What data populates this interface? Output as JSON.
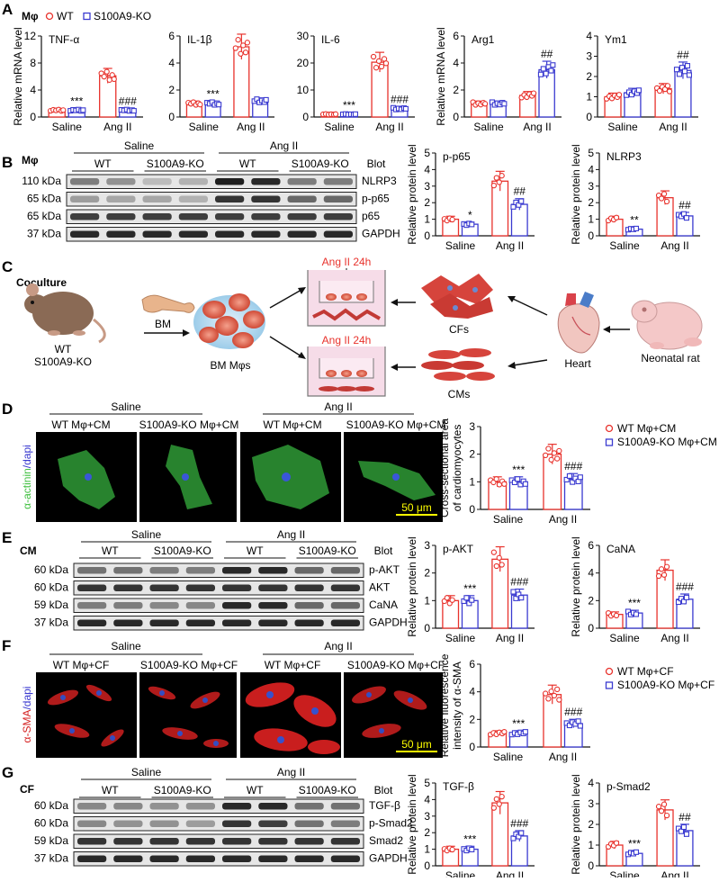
{
  "panel_letters": [
    "A",
    "B",
    "C",
    "D",
    "E",
    "F",
    "G"
  ],
  "cell_labels": {
    "A": "Mφ",
    "B": "Mφ",
    "E": "CM",
    "G": "CF"
  },
  "legend_A": {
    "wt": "WT",
    "ko": "S100A9-KO"
  },
  "colors": {
    "wt": "#e8322c",
    "ko": "#3a3ad0",
    "axis": "#111111",
    "green": "#3fbf3f",
    "micro_red": "#d42020"
  },
  "groups": {
    "saline": "Saline",
    "angii": "Ang II",
    "wt": "WT",
    "ko": "S100A9-KO",
    "blot": "Blot"
  },
  "ylabels": {
    "mrna": "Relative mRNA level",
    "protein": "Relative protein level",
    "csa": [
      "Cross-sectional area",
      "of cardiomyocytes"
    ],
    "fluor": [
      "Relative fluorescence",
      "intensity of α-SMA"
    ]
  },
  "panel_c": {
    "coculture": "Coculture",
    "mouse": [
      "WT",
      "S100A9-KO"
    ],
    "bm": "BM",
    "bm_macrophages": "BM Mφs",
    "ang_24h": "Ang II 24h",
    "cfs": "CFs",
    "cms": "CMs",
    "heart": "Heart",
    "rat": "Neonatal rat"
  },
  "panel_d": {
    "conds": [
      "WT Mφ+CM",
      "S100A9-KO Mφ+CM",
      "WT Mφ+CM",
      "S100A9-KO Mφ+CM"
    ],
    "stain": [
      "α-actinin",
      "/dapi"
    ],
    "scale": "50 μm",
    "legend": [
      "WT Mφ+CM",
      "S100A9-KO Mφ+CM"
    ]
  },
  "panel_f": {
    "conds": [
      "WT Mφ+CF",
      "S100A9-KO Mφ+CF",
      "WT Mφ+CF",
      "S100A9-KO Mφ+CF"
    ],
    "stain": [
      "α-SMA",
      "/dapi"
    ],
    "scale": "50 μm",
    "legend": [
      "WT Mφ+CF",
      "S100A9-KO Mφ+CF"
    ]
  },
  "blots": {
    "B": {
      "bands": [
        [
          "110 kDa",
          "NLRP3"
        ],
        [
          "65 kDa",
          "p-p65"
        ],
        [
          "65 kDa",
          "p65"
        ],
        [
          "37 kDa",
          "GAPDH"
        ]
      ]
    },
    "E": {
      "bands": [
        [
          "60 kDa",
          "p-AKT"
        ],
        [
          "60 kDa",
          "AKT"
        ],
        [
          "59 kDa",
          "CaNA"
        ],
        [
          "37 kDa",
          "GAPDH"
        ]
      ]
    },
    "G": {
      "bands": [
        [
          "60 kDa",
          "TGF-β"
        ],
        [
          "60 kDa",
          "p-Smad2"
        ],
        [
          "59 kDa",
          "Smad2"
        ],
        [
          "37 kDa",
          "GAPDH"
        ]
      ]
    }
  },
  "chart_data": [
    {
      "id": "A1",
      "type": "bar",
      "title": "TNF-α",
      "categories": [
        "Saline",
        "Ang II"
      ],
      "series": [
        {
          "name": "WT",
          "values": [
            1.0,
            6.1
          ]
        },
        {
          "name": "S100A9-KO",
          "values": [
            1.0,
            1.0
          ]
        }
      ],
      "yticks": [
        0,
        4,
        8,
        12
      ],
      "ylim": [
        0,
        12
      ],
      "ylabel": "Relative mRNA level",
      "annotations": [
        "",
        "***",
        "",
        "###"
      ]
    },
    {
      "id": "A2",
      "type": "bar",
      "title": "IL-1β",
      "categories": [
        "Saline",
        "Ang II"
      ],
      "series": [
        {
          "name": "WT",
          "values": [
            1.0,
            5.2
          ]
        },
        {
          "name": "S100A9-KO",
          "values": [
            1.0,
            1.2
          ]
        }
      ],
      "yticks": [
        0,
        2,
        4,
        6
      ],
      "ylim": [
        0,
        6
      ],
      "ylabel": "",
      "annotations": [
        "",
        "***",
        "",
        ""
      ]
    },
    {
      "id": "A3",
      "type": "bar",
      "title": "IL-6",
      "categories": [
        "Saline",
        "Ang II"
      ],
      "series": [
        {
          "name": "WT",
          "values": [
            1.0,
            20.3
          ]
        },
        {
          "name": "S100A9-KO",
          "values": [
            1.0,
            3.1
          ]
        }
      ],
      "yticks": [
        0,
        10,
        20,
        30
      ],
      "ylim": [
        0,
        30
      ],
      "ylabel": "",
      "annotations": [
        "",
        "***",
        "",
        "###"
      ]
    },
    {
      "id": "A4",
      "type": "bar",
      "title": "Arg1",
      "categories": [
        "Saline",
        "Ang II"
      ],
      "series": [
        {
          "name": "WT",
          "values": [
            1.0,
            1.6
          ]
        },
        {
          "name": "S100A9-KO",
          "values": [
            1.0,
            3.5
          ]
        }
      ],
      "yticks": [
        0,
        2,
        4,
        6
      ],
      "ylim": [
        0,
        6
      ],
      "ylabel": "Relative mRNA level",
      "annotations": [
        "",
        "",
        "",
        "##"
      ]
    },
    {
      "id": "A5",
      "type": "bar",
      "title": "Ym1",
      "categories": [
        "Saline",
        "Ang II"
      ],
      "series": [
        {
          "name": "WT",
          "values": [
            1.0,
            1.4
          ]
        },
        {
          "name": "S100A9-KO",
          "values": [
            1.2,
            2.3
          ]
        }
      ],
      "yticks": [
        0,
        1,
        2,
        3,
        4
      ],
      "ylim": [
        0,
        4
      ],
      "ylabel": "",
      "annotations": [
        "",
        "",
        "",
        "##"
      ]
    },
    {
      "id": "B1",
      "type": "bar",
      "title": "p-p65",
      "categories": [
        "Saline",
        "Ang II"
      ],
      "series": [
        {
          "name": "WT",
          "values": [
            1.0,
            3.3
          ]
        },
        {
          "name": "S100A9-KO",
          "values": [
            0.7,
            1.9
          ]
        }
      ],
      "yticks": [
        0,
        1,
        2,
        3,
        4,
        5
      ],
      "ylim": [
        0,
        5
      ],
      "ylabel": "Relative protein level",
      "annotations": [
        "",
        "*",
        "",
        "##"
      ]
    },
    {
      "id": "B2",
      "type": "bar",
      "title": "NLRP3",
      "categories": [
        "Saline",
        "Ang II"
      ],
      "series": [
        {
          "name": "WT",
          "values": [
            1.0,
            2.3
          ]
        },
        {
          "name": "S100A9-KO",
          "values": [
            0.4,
            1.2
          ]
        }
      ],
      "yticks": [
        0,
        1,
        2,
        3,
        4,
        5
      ],
      "ylim": [
        0,
        5
      ],
      "ylabel": "Relative protein level",
      "annotations": [
        "",
        "**",
        "",
        "##"
      ]
    },
    {
      "id": "D1",
      "type": "bar",
      "title": "",
      "categories": [
        "Saline",
        "Ang II"
      ],
      "series": [
        {
          "name": "WT Mφ+CM",
          "values": [
            1.0,
            2.0
          ]
        },
        {
          "name": "S100A9-KO Mφ+CM",
          "values": [
            1.0,
            1.1
          ]
        }
      ],
      "yticks": [
        0,
        1,
        2,
        3
      ],
      "ylim": [
        0,
        3
      ],
      "ylabel": "Cross-sectional area of cardiomyocytes",
      "annotations": [
        "",
        "***",
        "",
        "###"
      ]
    },
    {
      "id": "E1",
      "type": "bar",
      "title": "p-AKT",
      "categories": [
        "Saline",
        "Ang II"
      ],
      "series": [
        {
          "name": "WT",
          "values": [
            1.0,
            2.5
          ]
        },
        {
          "name": "S100A9-KO",
          "values": [
            1.0,
            1.2
          ]
        }
      ],
      "yticks": [
        0,
        1,
        2,
        3
      ],
      "ylim": [
        0,
        3
      ],
      "ylabel": "Relative protein level",
      "annotations": [
        "",
        "***",
        "",
        "###"
      ]
    },
    {
      "id": "E2",
      "type": "bar",
      "title": "CaNA",
      "categories": [
        "Saline",
        "Ang II"
      ],
      "series": [
        {
          "name": "WT",
          "values": [
            1.0,
            4.2
          ]
        },
        {
          "name": "S100A9-KO",
          "values": [
            1.1,
            2.1
          ]
        }
      ],
      "yticks": [
        0,
        2,
        4,
        6
      ],
      "ylim": [
        0,
        6
      ],
      "ylabel": "Relative protein level",
      "annotations": [
        "",
        "***",
        "",
        "###"
      ]
    },
    {
      "id": "F1",
      "type": "bar",
      "title": "",
      "categories": [
        "Saline",
        "Ang II"
      ],
      "series": [
        {
          "name": "WT Mφ+CF",
          "values": [
            1.0,
            3.8
          ]
        },
        {
          "name": "S100A9-KO Mφ+CF",
          "values": [
            1.0,
            1.7
          ]
        }
      ],
      "yticks": [
        0,
        2,
        4,
        6
      ],
      "ylim": [
        0,
        6
      ],
      "ylabel": "Relative fluorescence intensity of α-SMA",
      "annotations": [
        "",
        "***",
        "",
        "###"
      ]
    },
    {
      "id": "G1",
      "type": "bar",
      "title": "TGF-β",
      "categories": [
        "Saline",
        "Ang II"
      ],
      "series": [
        {
          "name": "WT",
          "values": [
            1.0,
            3.8
          ]
        },
        {
          "name": "S100A9-KO",
          "values": [
            1.0,
            1.8
          ]
        }
      ],
      "yticks": [
        0,
        1,
        2,
        3,
        4,
        5
      ],
      "ylim": [
        0,
        5
      ],
      "ylabel": "Relative protein level",
      "annotations": [
        "",
        "***",
        "",
        "###"
      ]
    },
    {
      "id": "G2",
      "type": "bar",
      "title": "p-Smad2",
      "categories": [
        "Saline",
        "Ang II"
      ],
      "series": [
        {
          "name": "WT",
          "values": [
            1.0,
            2.7
          ]
        },
        {
          "name": "S100A9-KO",
          "values": [
            0.6,
            1.7
          ]
        }
      ],
      "yticks": [
        0,
        1,
        2,
        3,
        4
      ],
      "ylim": [
        0,
        4
      ],
      "ylabel": "Relative protein level",
      "annotations": [
        "",
        "***",
        "",
        "##"
      ]
    }
  ]
}
